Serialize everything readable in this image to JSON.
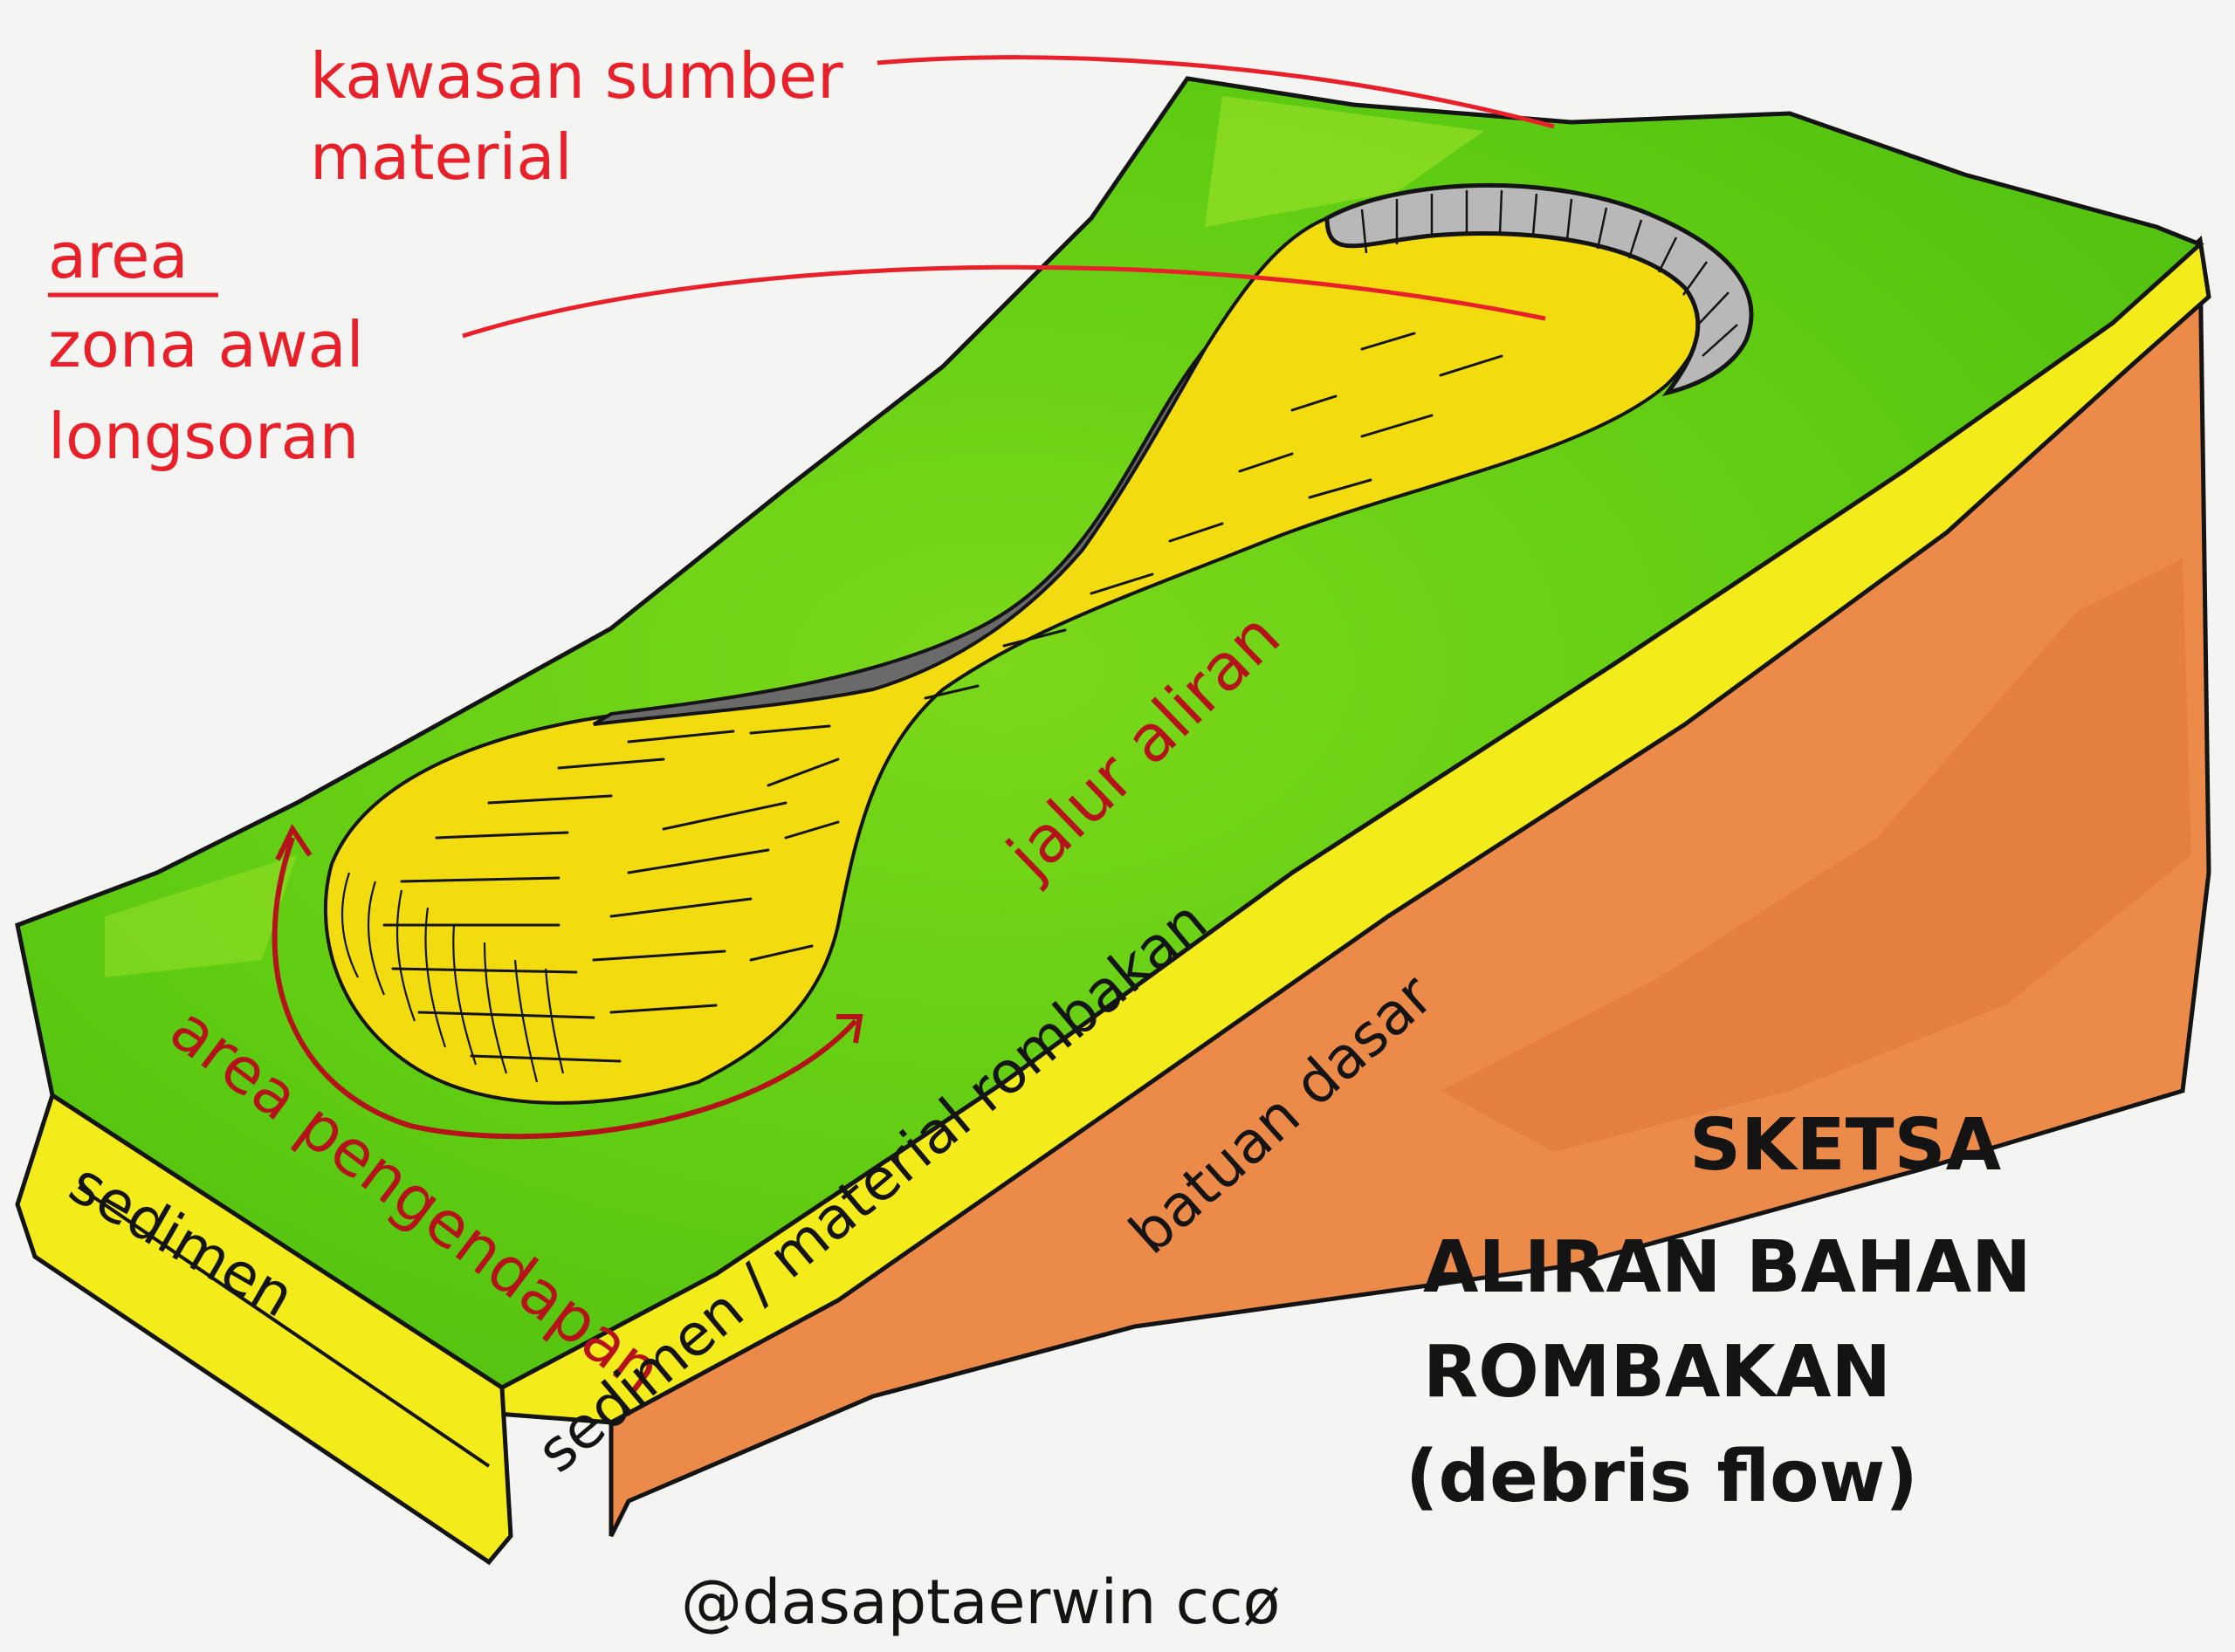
{
  "labels": {
    "source_area_line1": "kawasan sumber",
    "source_area_line2": "material",
    "initiation_line1": "area",
    "initiation_line2": "zona awal",
    "initiation_line3": "longsoran",
    "flow_path": "jalur aliran",
    "deposition_area": "area pengendapan",
    "sediment_front": "sedimen",
    "sediment_side": "sedimen / material rombakan",
    "bedrock": "batuan dasar"
  },
  "title": {
    "line1": "SKETSA",
    "line2": "ALIRAN BAHAN",
    "line3": "ROMBAKAN",
    "line4": "(debris flow)"
  },
  "credit": "@dasaptaerwin ccø",
  "colors": {
    "grass": "#5fcc12",
    "grass_light": "#9ee22a",
    "debris": "#f2dc10",
    "sediment": "#f4ec1a",
    "bedrock": "#ec8a4a",
    "label_red": "#e8202a",
    "label_dark_red": "#b5121b",
    "ink": "#141414"
  }
}
